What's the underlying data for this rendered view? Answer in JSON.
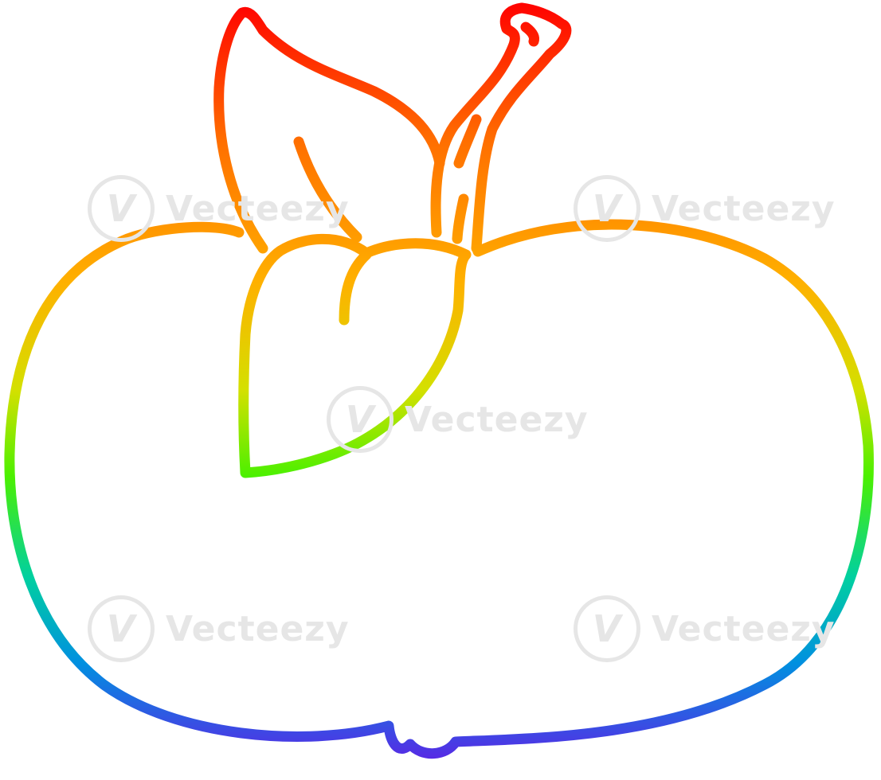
{
  "image": {
    "subject": "apple",
    "style": "line-art",
    "stroke_gradient": [
      "#ff0000",
      "#ff8a00",
      "#ffd200",
      "#63f000",
      "#00c8a0",
      "#1e6cff",
      "#5a1ee6"
    ]
  },
  "watermark": {
    "text": "Vecteezy",
    "logo_glyph": "V",
    "color": "#e6e6e6"
  }
}
